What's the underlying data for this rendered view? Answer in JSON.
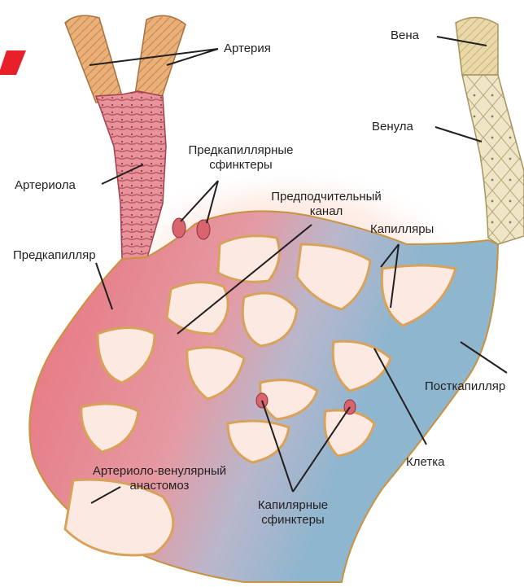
{
  "labels": {
    "artery": "Артерия",
    "vein": "Вена",
    "venule": "Венула",
    "precap_sphincters_l1": "Предкапиллярные",
    "precap_sphincters_l2": "сфинктеры",
    "arteriole": "Артериола",
    "preferential_l1": "Предподчительный",
    "preferential_l2": "канал",
    "capillaries": "Капилляры",
    "precapillary": "Предкапилляр",
    "postcapillary": "Посткапилляр",
    "cell": "Клетка",
    "av_anastomosis_l1": "Артериоло-венулярный",
    "av_anastomosis_l2": "анастомоз",
    "cap_sphincters_l1": "Капилярные",
    "cap_sphincters_l2": "сфинктеры"
  },
  "colors": {
    "arterial": "#e8707a",
    "venous": "#8fb6cf",
    "artery_wall": "#e4a86a",
    "vein_wall": "#e6d6a4",
    "glow": "#f6c6b4",
    "logo": "#e8202a"
  }
}
